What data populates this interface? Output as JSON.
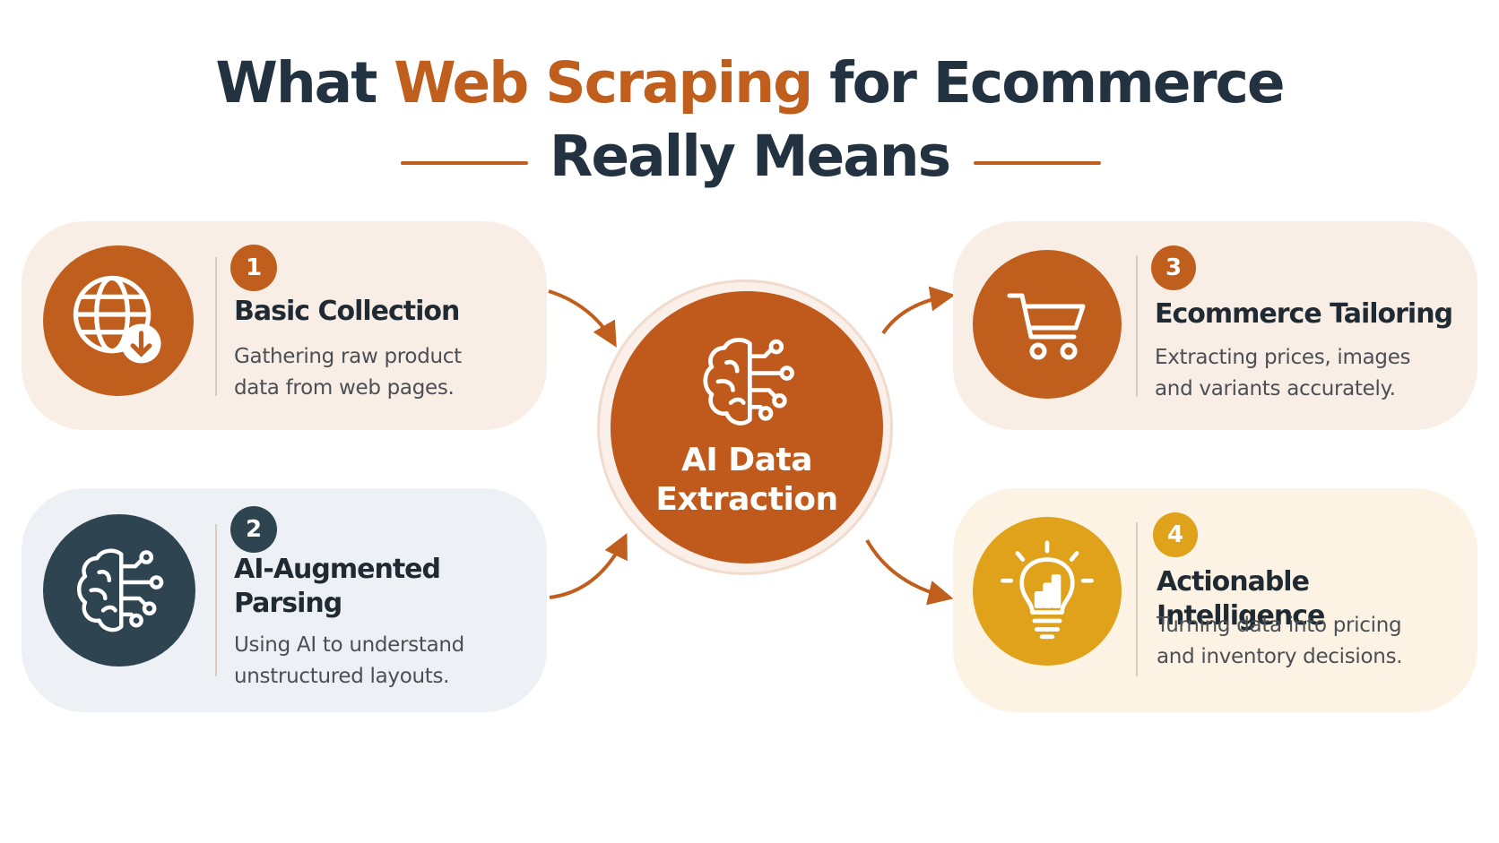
{
  "title": {
    "part1": "What ",
    "highlight": "Web Scraping",
    "part2": " for Ecommerce",
    "line2": "Really Means"
  },
  "hub": {
    "label": "AI Data Extraction",
    "icon": "brain-circuit-icon"
  },
  "steps": [
    {
      "number": "1",
      "title": "Basic Collection",
      "description": "Gathering raw product data from web pages.",
      "icon": "globe-download-icon",
      "color": "#c05f1d"
    },
    {
      "number": "2",
      "title": "AI-Augmented Parsing",
      "description": "Using AI to understand unstructured layouts.",
      "icon": "brain-circuit-icon",
      "color": "#2f4451"
    },
    {
      "number": "3",
      "title": "Ecommerce Tailoring",
      "description": "Extracting prices, images and variants accurately.",
      "icon": "shopping-cart-icon",
      "color": "#c05f1d"
    },
    {
      "number": "4",
      "title": "Actionable Intelligence",
      "description": "Turning data into pricing and inventory decisions.",
      "icon": "lightbulb-chart-icon",
      "color": "#e0a11b"
    }
  ],
  "colors": {
    "accent": "#c05f1d",
    "dark": "#233240",
    "slate": "#2f4451",
    "gold": "#e0a11b"
  }
}
